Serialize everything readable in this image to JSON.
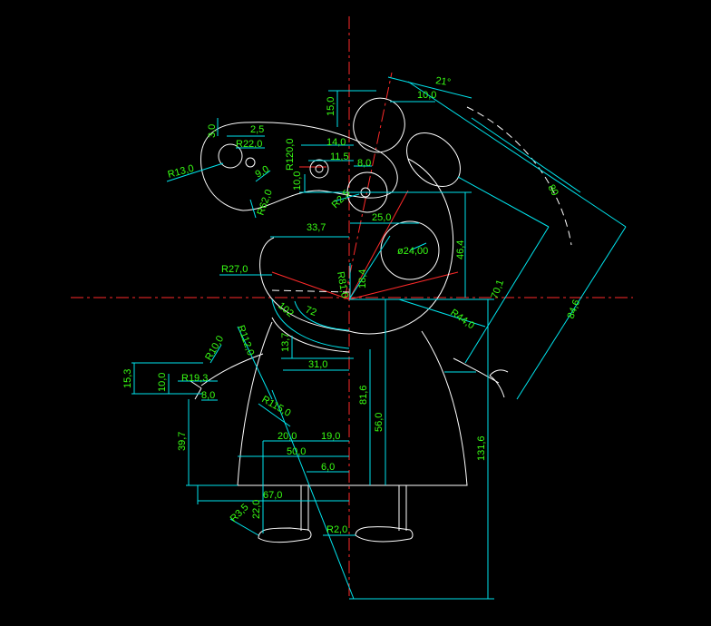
{
  "drawing": {
    "colors": {
      "background": "#000000",
      "geometry": "#ffffff",
      "dimension": "#00e5ee",
      "centerline": "#ff2a2a",
      "text": "#39ff14"
    },
    "labels": {
      "a21deg": "21°",
      "d10_0_top": "10,0",
      "d15_0": "15,0",
      "d3_0": "3,0",
      "d2_5": "2,5",
      "r22_0": "R22,0",
      "r120_0": "R120,0",
      "d14_0": "14,0",
      "d11_5": "11,5",
      "d8_0a": "8,0",
      "d9_0": "9,0",
      "r13_0": "R13,0",
      "d10_0_mid": "10,0",
      "r2_5": "R2,5",
      "r62_0": "R62,0",
      "d25_0": "25,0",
      "d33_7": "33,7",
      "phi24": "ø24,00",
      "d46_4": "46,4",
      "r27_0": "R27,0",
      "r81_0": "R81,0",
      "d18_4": "18,4",
      "d80": "80",
      "d70_1": "70,1",
      "d84_6": "84,6",
      "r44_0": "R44,0",
      "a102": "102",
      "a72": "72",
      "r112_0": "R112,0",
      "r10_0": "R10,0",
      "d13_7": "13,7",
      "d15_3": "15,3",
      "d10_0_left": "10,0",
      "r19_3": "R19,3",
      "d8_0b": "8,0",
      "d31_0": "31,0",
      "r115_0": "R115,0",
      "d81_6": "81,6",
      "d56_0": "56,0",
      "d39_7": "39,7",
      "d20_0": "20,0",
      "d19_0": "19,0",
      "d50_0": "50,0",
      "d6_0": "6,0",
      "d131_6": "131,6",
      "d67_0": "67,0",
      "r3_5": "R3,5",
      "d22_0": "22,0",
      "r2_0": "R2,0"
    }
  }
}
